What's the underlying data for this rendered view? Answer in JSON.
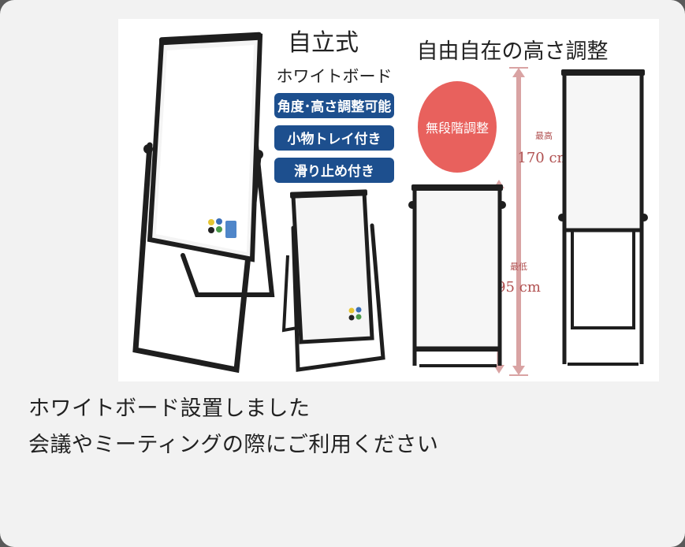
{
  "product_image": {
    "title": "自立式",
    "subtitle": "ホワイトボード",
    "features": [
      "角度･高さ調整可能",
      "小物トレイ付き",
      "滑り止め付き"
    ],
    "height_heading": "自由自在の高さ調整",
    "badge": "無段階調整",
    "max_label": "最高",
    "max_value": "170 cm",
    "min_label": "最低",
    "min_value": "95 cm"
  },
  "message": {
    "line1": "ホワイトボード設置しました",
    "line2": "会議やミーティングの際にご利用ください"
  },
  "colors": {
    "feature_bg": "#1d4f8e",
    "badge_red": "#e8615d",
    "arrow_pink": "#d9a3a3",
    "frame": "#1e1e1e"
  }
}
